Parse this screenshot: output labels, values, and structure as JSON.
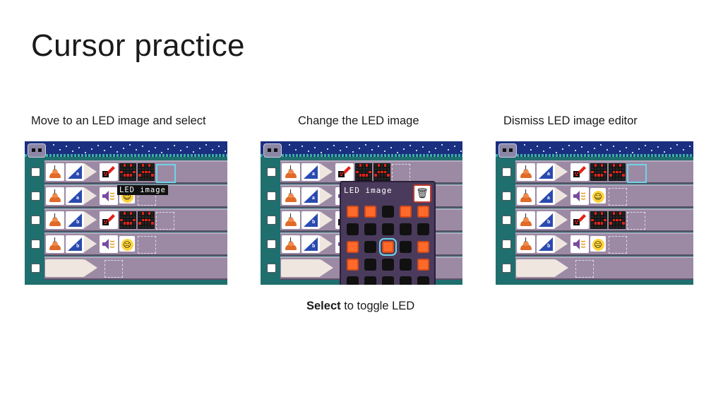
{
  "slide": {
    "title": "Cursor practice",
    "captions": [
      "Move to an LED image and select",
      "Change the LED image",
      "Dismiss LED image editor"
    ],
    "note_bold": "Select",
    "note_rest": " to toggle LED"
  },
  "screen1": {
    "tooltip": "LED image"
  },
  "screen2": {
    "editor_title": "LED image",
    "trash_icon": "trash-icon",
    "grid": [
      [
        1,
        1,
        0,
        1,
        1
      ],
      [
        0,
        0,
        0,
        0,
        0
      ],
      [
        1,
        0,
        1,
        0,
        1
      ],
      [
        1,
        0,
        0,
        0,
        1
      ],
      [
        0,
        0,
        0,
        0,
        0
      ]
    ],
    "cursor": [
      2,
      2
    ]
  },
  "icons": {
    "sensor": "a",
    "sensor_b": "b",
    "sad_face": "☹",
    "happy_face": "☺",
    "trash": "🗑"
  },
  "colors": {
    "accent": "#6fd4e6",
    "led_on": "#e0231a",
    "editor_led_on": "#ff6a2a"
  }
}
